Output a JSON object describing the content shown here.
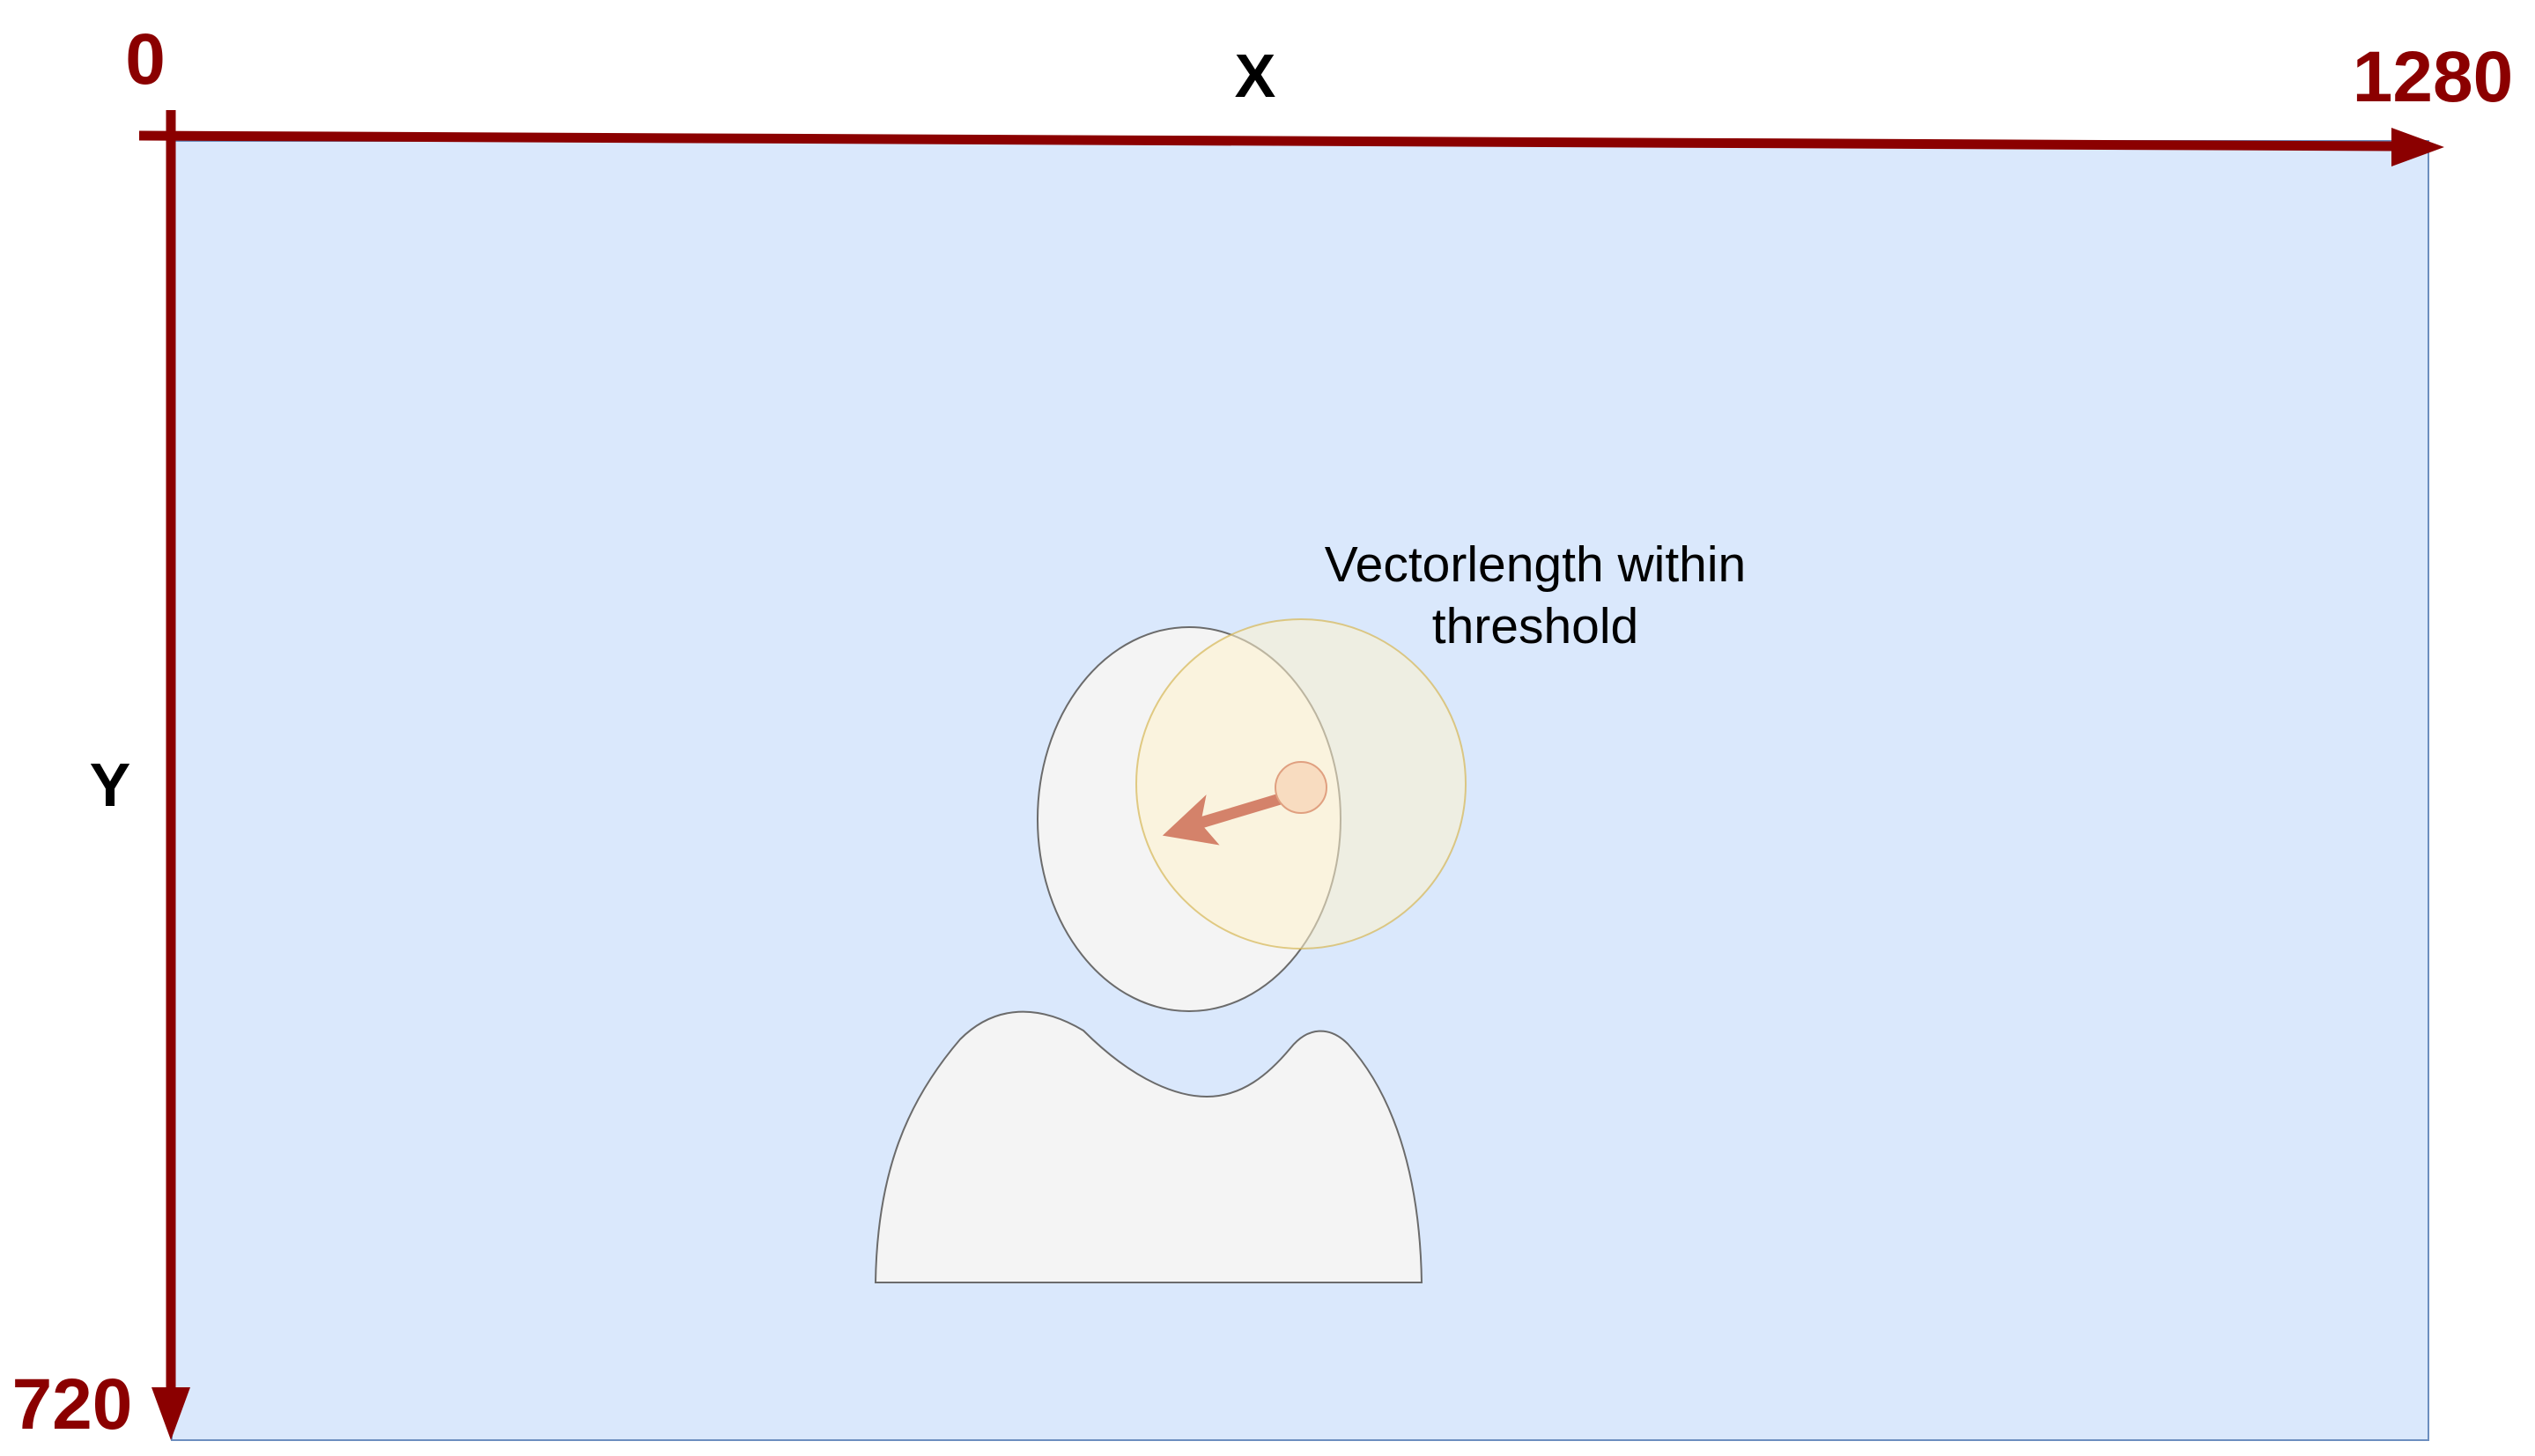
{
  "axes": {
    "origin_label": "0",
    "x_axis_label": "X",
    "x_max_label": "1280",
    "y_axis_label": "Y",
    "y_max_label": "720"
  },
  "annotation": {
    "line1": "Vectorlength within",
    "line2": "threshold"
  },
  "colors": {
    "axis": "#8b0000",
    "frame_fill": "#dae8fc",
    "frame_stroke": "#6c8ebf",
    "person_fill": "#f4f4f4",
    "person_stroke": "#6b6b6b",
    "threshold_fill": "#fff2cc",
    "threshold_stroke": "#d6b656",
    "center_fill": "#f8dcc0",
    "arrow": "#d4826a",
    "text": "#000000"
  },
  "icons": {
    "person": "person-silhouette-icon",
    "threshold_circle": "threshold-circle",
    "center_point": "center-point",
    "movement_vector": "arrow-icon"
  }
}
